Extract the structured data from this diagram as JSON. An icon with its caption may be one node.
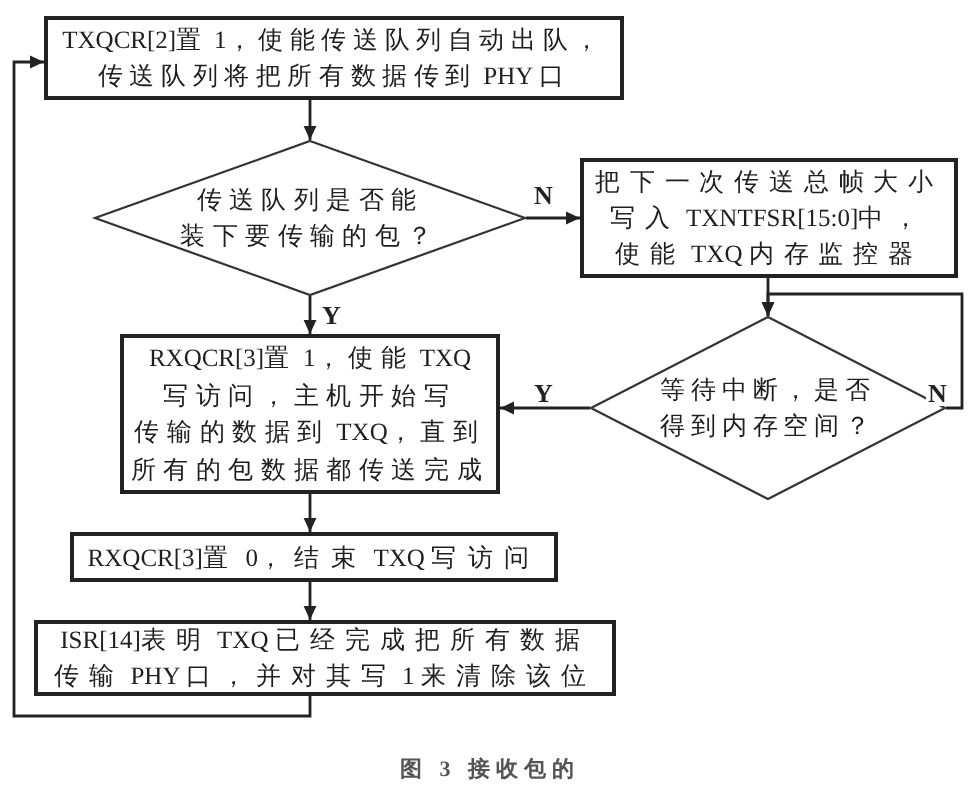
{
  "diagram": {
    "caption": "图 3 接收包的",
    "nodes": [
      {
        "text": [
          "TXQCR[2]置 1，使能传送队列自动出队，传送队列将把所有数据传到 PHY 口"
        ]
      },
      {
        "text": [
          "传送队列是否能装下要传输的包？"
        ]
      },
      {
        "text": [
          "把下一次传送总帧大小写入 TXNTFSR[15:0]中，使能 TXQ 内存监控器"
        ]
      },
      {
        "text": [
          "等待中断，是否得到内存空间？"
        ]
      },
      {
        "text": [
          "RXQCR[3]置 1，使能 TXQ 写访问，主机开始写传输的数据到 TXQ，直到所有的包数据都传送完成"
        ]
      },
      {
        "text": [
          "RXQCR[3]置 0，结束 TXQ 写访问"
        ]
      },
      {
        "text": [
          "ISR[14]表明 TXQ 已经完成把所有数据传输 PHY 口，并对其写 1 来清除该位"
        ]
      }
    ],
    "edges": [
      {
        "from": 0,
        "to": 1,
        "arrow": "to"
      },
      {
        "from": 1,
        "to": 4,
        "arrow": "to",
        "label": "Y"
      },
      {
        "from": 1,
        "to": 2,
        "arrow": "to",
        "label": "N"
      },
      {
        "from": 2,
        "to": 3,
        "arrow": "to"
      },
      {
        "from": 3,
        "to": 3,
        "arrow": "to",
        "label": "N"
      },
      {
        "from": 3,
        "to": 4,
        "arrow": "to",
        "label": "Y"
      },
      {
        "from": 4,
        "to": 5,
        "arrow": "to"
      },
      {
        "from": 5,
        "to": 6,
        "arrow": "to"
      },
      {
        "from": 6,
        "to": 0,
        "arrow": "to"
      }
    ]
  }
}
